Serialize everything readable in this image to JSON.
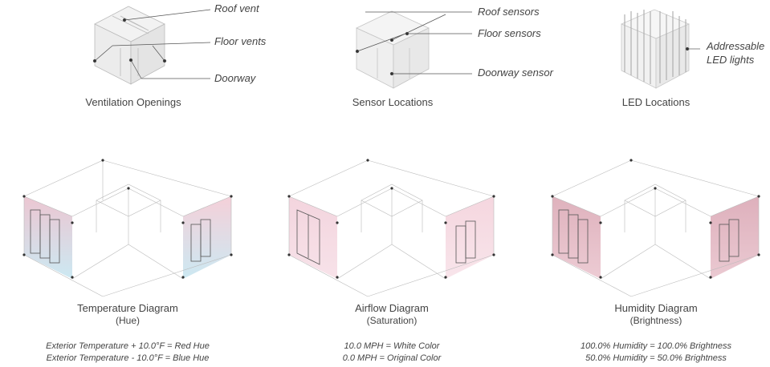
{
  "top": {
    "ventilation": {
      "caption": "Ventilation Openings",
      "callouts": [
        "Roof vent",
        "Floor vents",
        "Doorway"
      ]
    },
    "sensors": {
      "caption": "Sensor Locations",
      "callouts": [
        "Roof sensors",
        "Floor sensors",
        "Doorway sensor"
      ]
    },
    "leds": {
      "caption": "LED Locations",
      "callout_line1": "Addressable",
      "callout_line2": "LED lights"
    }
  },
  "diagrams": [
    {
      "title": "Temperature Diagram",
      "subtitle": "(Hue)",
      "note1": "Exterior Temperature + 10.0°F = Red Hue",
      "note2": "Exterior Temperature - 10.0°F = Blue Hue",
      "left_tint": "#e7b8c6",
      "left_tint2": "#bfe3ef",
      "right_tint": "#f2c4cf",
      "right_tint2": "#bfe3ef"
    },
    {
      "title": "Airflow Diagram",
      "subtitle": "(Saturation)",
      "note1": "10.0 MPH = White Color",
      "note2": "0.0 MPH = Original Color",
      "left_tint": "#f1cdd8",
      "left_tint2": "#f6dde5",
      "right_tint": "#f3cfd9",
      "right_tint2": "#f7e0e7"
    },
    {
      "title": "Humidity Diagram",
      "subtitle": "(Brightness)",
      "note1": "100.0% Humidity = 100.0% Brightness",
      "note2": "50.0% Humidity = 50.0% Brightness",
      "left_tint": "#d9a4b1",
      "left_tint2": "#e9c2cc",
      "right_tint": "#d8a2b0",
      "right_tint2": "#e7c0ca"
    }
  ]
}
